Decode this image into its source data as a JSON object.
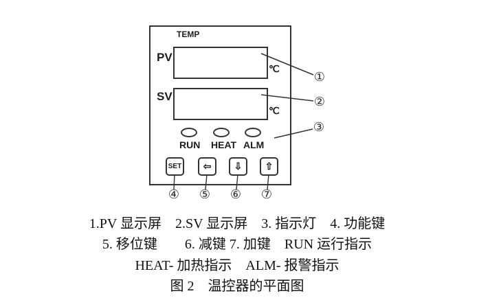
{
  "panel": {
    "title": "TEMP",
    "pv": {
      "label": "PV",
      "unit": "℃"
    },
    "sv": {
      "label": "SV",
      "unit": "℃"
    },
    "indicators": [
      {
        "label": "RUN"
      },
      {
        "label": "HEAT"
      },
      {
        "label": "ALM"
      }
    ],
    "buttons": [
      {
        "label": "SET"
      },
      {
        "label": "⇦"
      },
      {
        "label": "⇩"
      },
      {
        "label": "⇧"
      }
    ]
  },
  "callouts": [
    "①",
    "②",
    "③",
    "④",
    "⑤",
    "⑥",
    "⑦"
  ],
  "caption": {
    "lines": [
      "1.PV 显示屏　2.SV 显示屏　3. 指示灯　4. 功能键",
      "5. 移位键　　6. 减键 7. 加键　RUN 运行指示",
      "HEAT- 加热指示　ALM- 报警指示",
      "图 2　温控器的平面图"
    ]
  },
  "colors": {
    "line": "#333333",
    "background": "#ffffff",
    "text": "#1c1c1c"
  }
}
